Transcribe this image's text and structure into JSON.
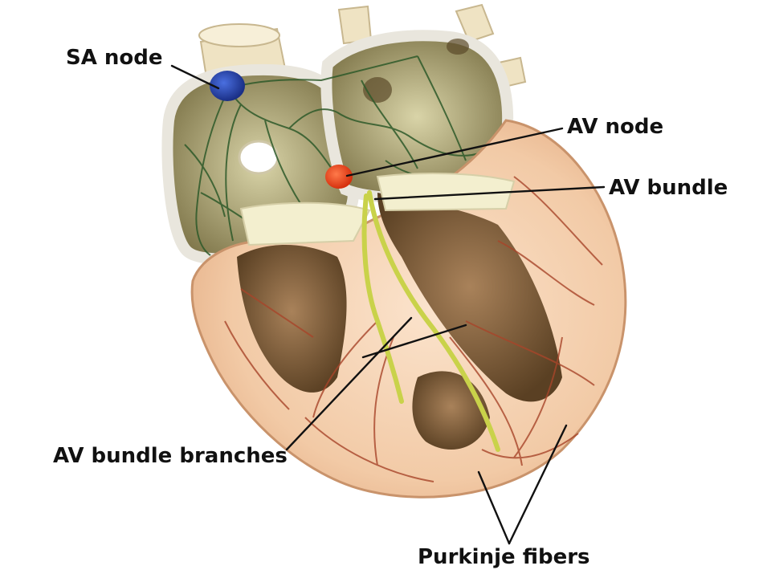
{
  "labels": {
    "sa_node": "SA node",
    "av_node": "AV node",
    "av_bundle": "AV bundle",
    "av_bundle_branches": "AV bundle branches",
    "purkinje_fibers": "Purkinje fibers"
  },
  "colors": {
    "sa_node": "#1f3fa6",
    "av_node": "#e8431f",
    "bundle": "#c9d24a",
    "atrial_network": "#2e5a2a",
    "purkinje": "#a8452a",
    "myocardium": "#f4cfae",
    "vessels": "#f1e6c9"
  }
}
